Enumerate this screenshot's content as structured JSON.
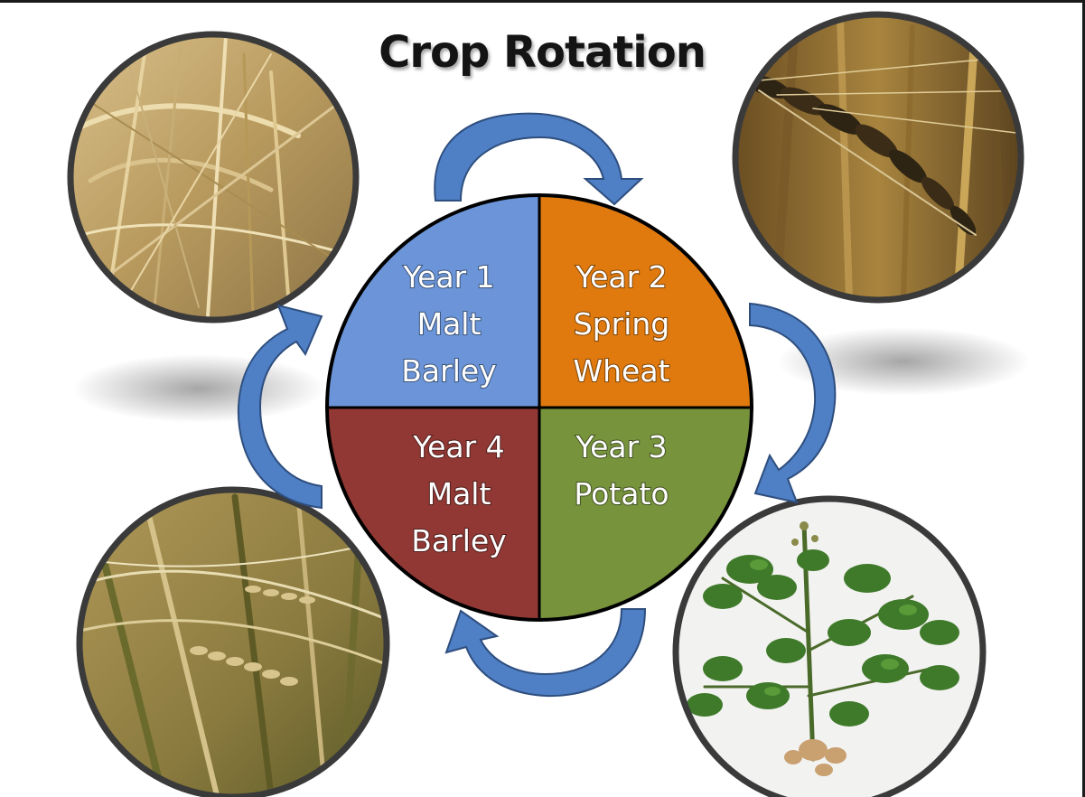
{
  "title": "Crop Rotation",
  "quadrants": [
    {
      "id": "year-1",
      "lines": [
        "Year 1",
        "Malt",
        "Barley"
      ],
      "color": "#6b95d8"
    },
    {
      "id": "year-2",
      "lines": [
        "Year 2",
        "Spring",
        "Wheat"
      ],
      "color": "#e07a0e"
    },
    {
      "id": "year-3",
      "lines": [
        "Year 3",
        "Potato"
      ],
      "color": "#77933c"
    },
    {
      "id": "year-4",
      "lines": [
        "Year 4",
        "Malt",
        "Barley"
      ],
      "color": "#913834"
    }
  ],
  "colors": {
    "arrow": "#4f7fc4",
    "arrow_edge": "#2e4e7e",
    "circle_border": "#000000",
    "photo_border": "#3a3a3a"
  },
  "photos": [
    {
      "name": "barley-field-photo",
      "kind": "barley"
    },
    {
      "name": "wheat-head-photo",
      "kind": "wheat"
    },
    {
      "name": "barley-heads-photo",
      "kind": "barley-heads"
    },
    {
      "name": "potato-plant-photo",
      "kind": "potato"
    }
  ]
}
